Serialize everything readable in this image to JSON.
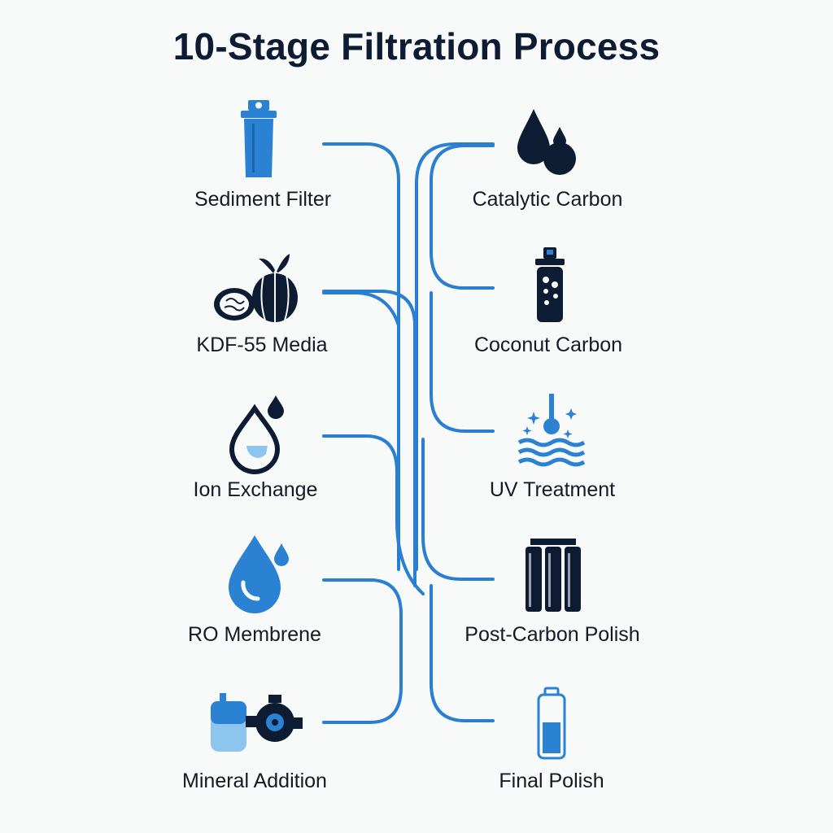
{
  "title": "10-Stage Filtration Process",
  "colors": {
    "pipe": "#2a7fd0",
    "ink": "#0d1b33",
    "water": "#2b82d3",
    "water_light": "#8cc6ef"
  },
  "left_stages": [
    {
      "label": "Sediment Filter",
      "icon": "sediment-filter-icon"
    },
    {
      "label": "KDF-55 Media",
      "icon": "coconut-icon"
    },
    {
      "label": "Ion Exchange",
      "icon": "water-drop-icon"
    },
    {
      "label": "RO Membrene",
      "icon": "blue-drop-icon"
    },
    {
      "label": "Mineral Addition",
      "icon": "mineral-pump-icon"
    }
  ],
  "right_stages": [
    {
      "label": "Catalytic Carbon",
      "icon": "black-drops-icon"
    },
    {
      "label": "Coconut Carbon",
      "icon": "carbon-cartridge-icon"
    },
    {
      "label": "UV Treatment",
      "icon": "uv-lamp-icon"
    },
    {
      "label": "Post-Carbon Polish",
      "icon": "triple-filter-icon"
    },
    {
      "label": "Final Polish",
      "icon": "final-cartridge-icon"
    }
  ]
}
